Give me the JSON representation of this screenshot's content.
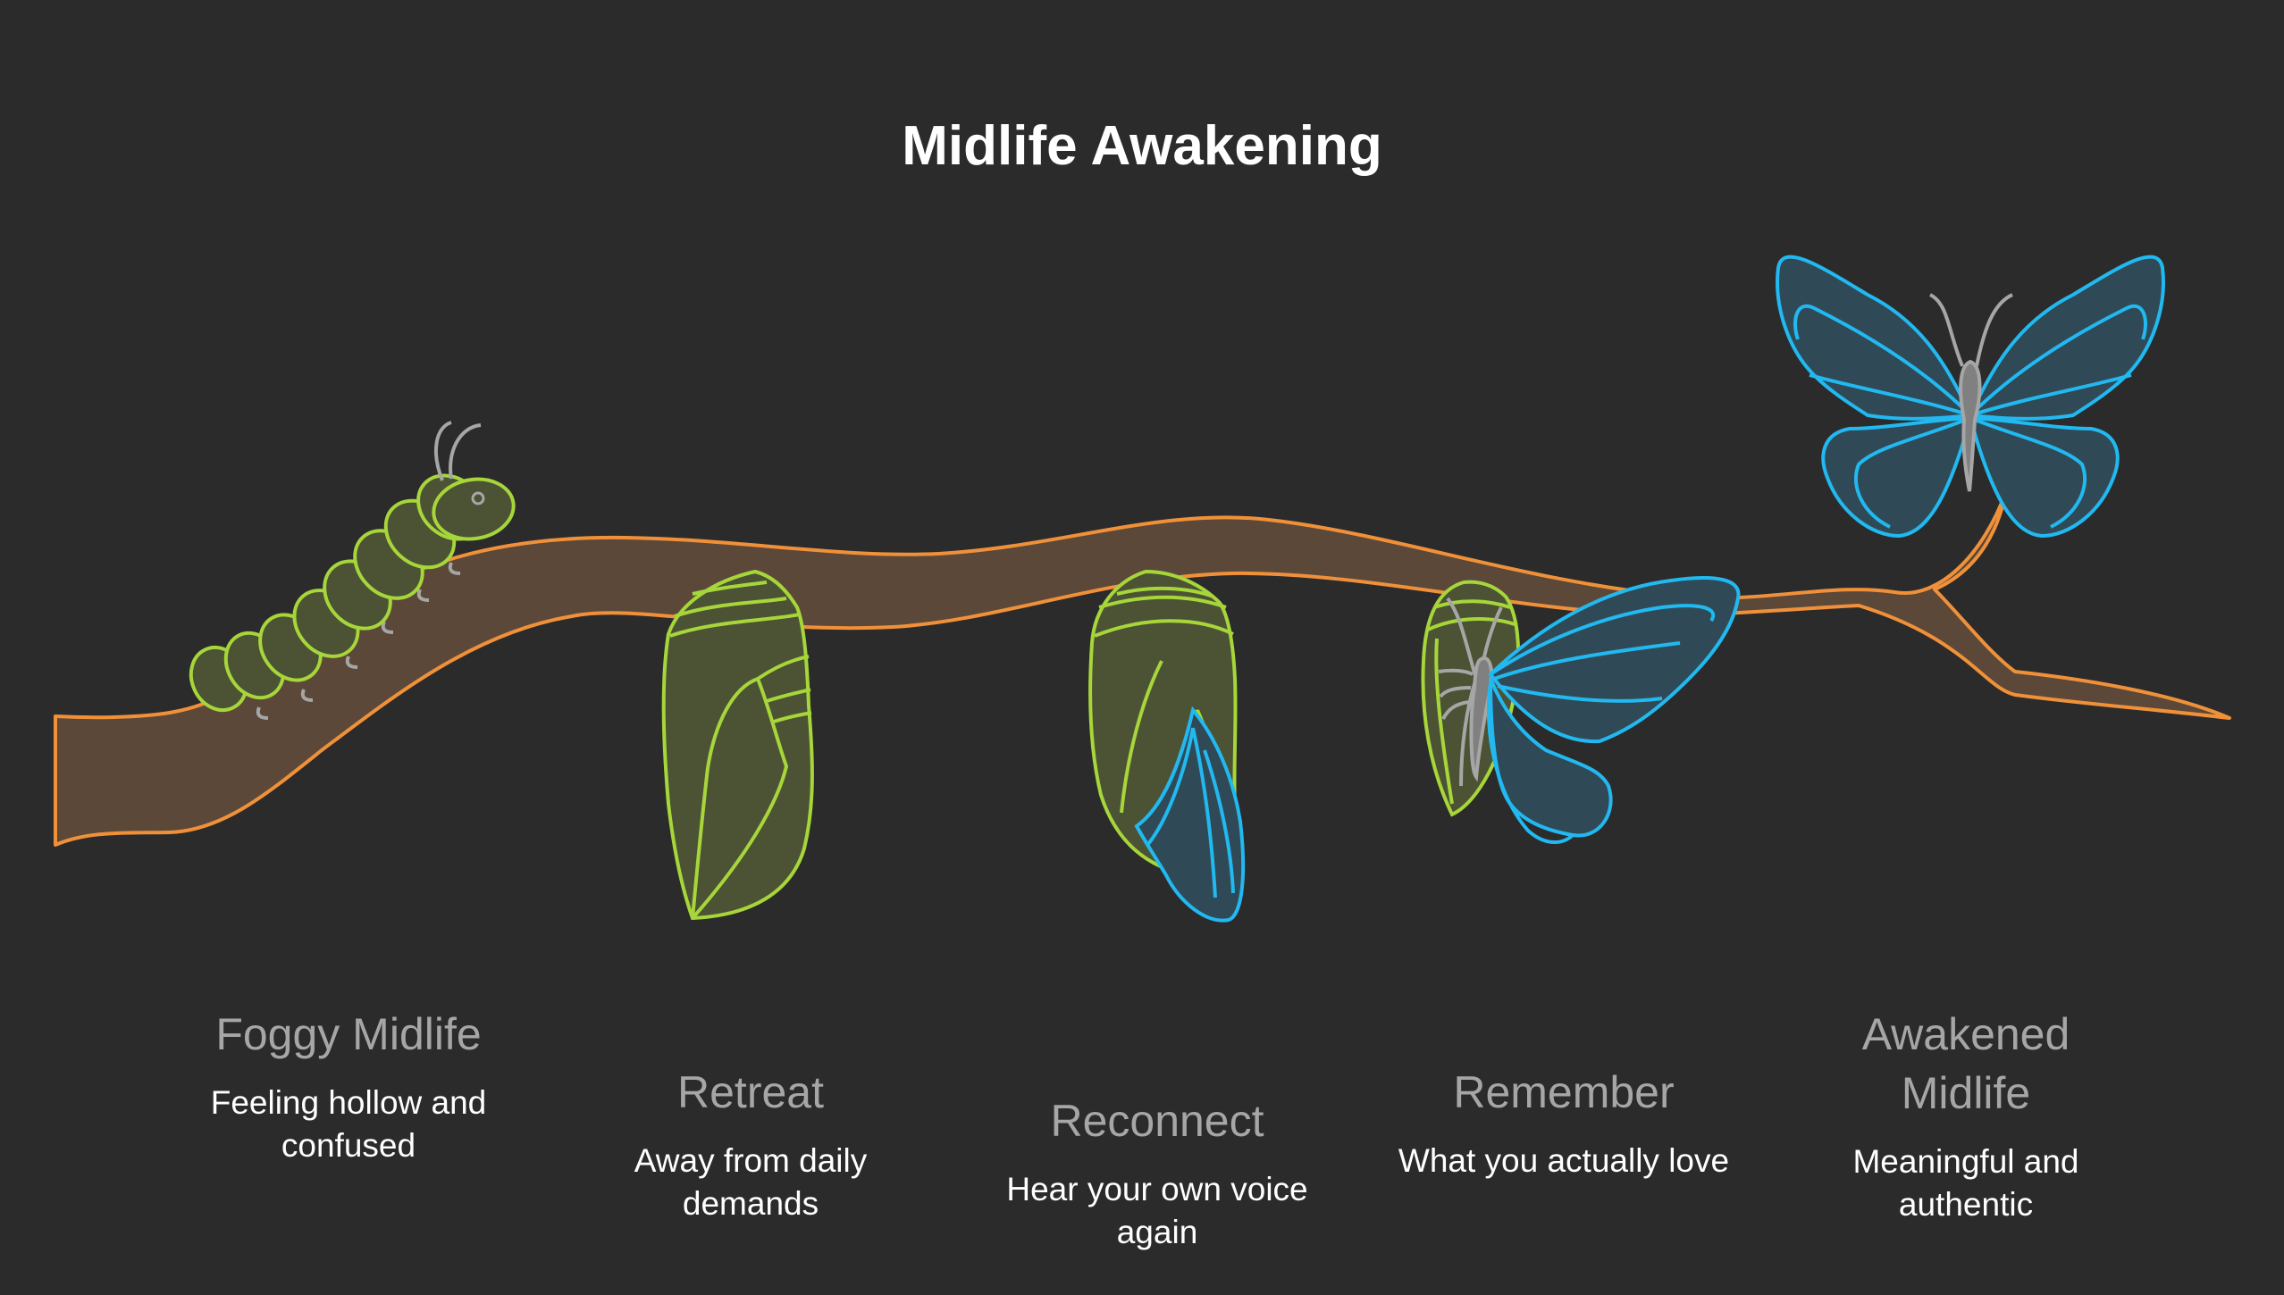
{
  "title": "Midlife Awakening",
  "colors": {
    "background": "#2b2b2b",
    "branch_fill": "#5c4838",
    "branch_stroke": "#f0913a",
    "green_stroke": "#a6d63a",
    "green_fill": "#4c5234",
    "blue_stroke": "#22b8f0",
    "blue_fill": "#2f4a56",
    "antenna_gray": "#a6a6a6"
  },
  "stages": [
    {
      "name": "Foggy Midlife",
      "description": "Feeling hollow and confused",
      "icon": "caterpillar-icon"
    },
    {
      "name": "Retreat",
      "description": "Away from daily demands",
      "icon": "cocoon-icon"
    },
    {
      "name": "Reconnect",
      "description": "Hear your own voice again",
      "icon": "cracking-chrysalis-icon"
    },
    {
      "name": "Remember",
      "description": "What you actually love",
      "icon": "emerging-butterfly-icon"
    },
    {
      "name": "Awakened Midlife",
      "description": "Meaningful and authentic",
      "icon": "butterfly-icon"
    }
  ]
}
